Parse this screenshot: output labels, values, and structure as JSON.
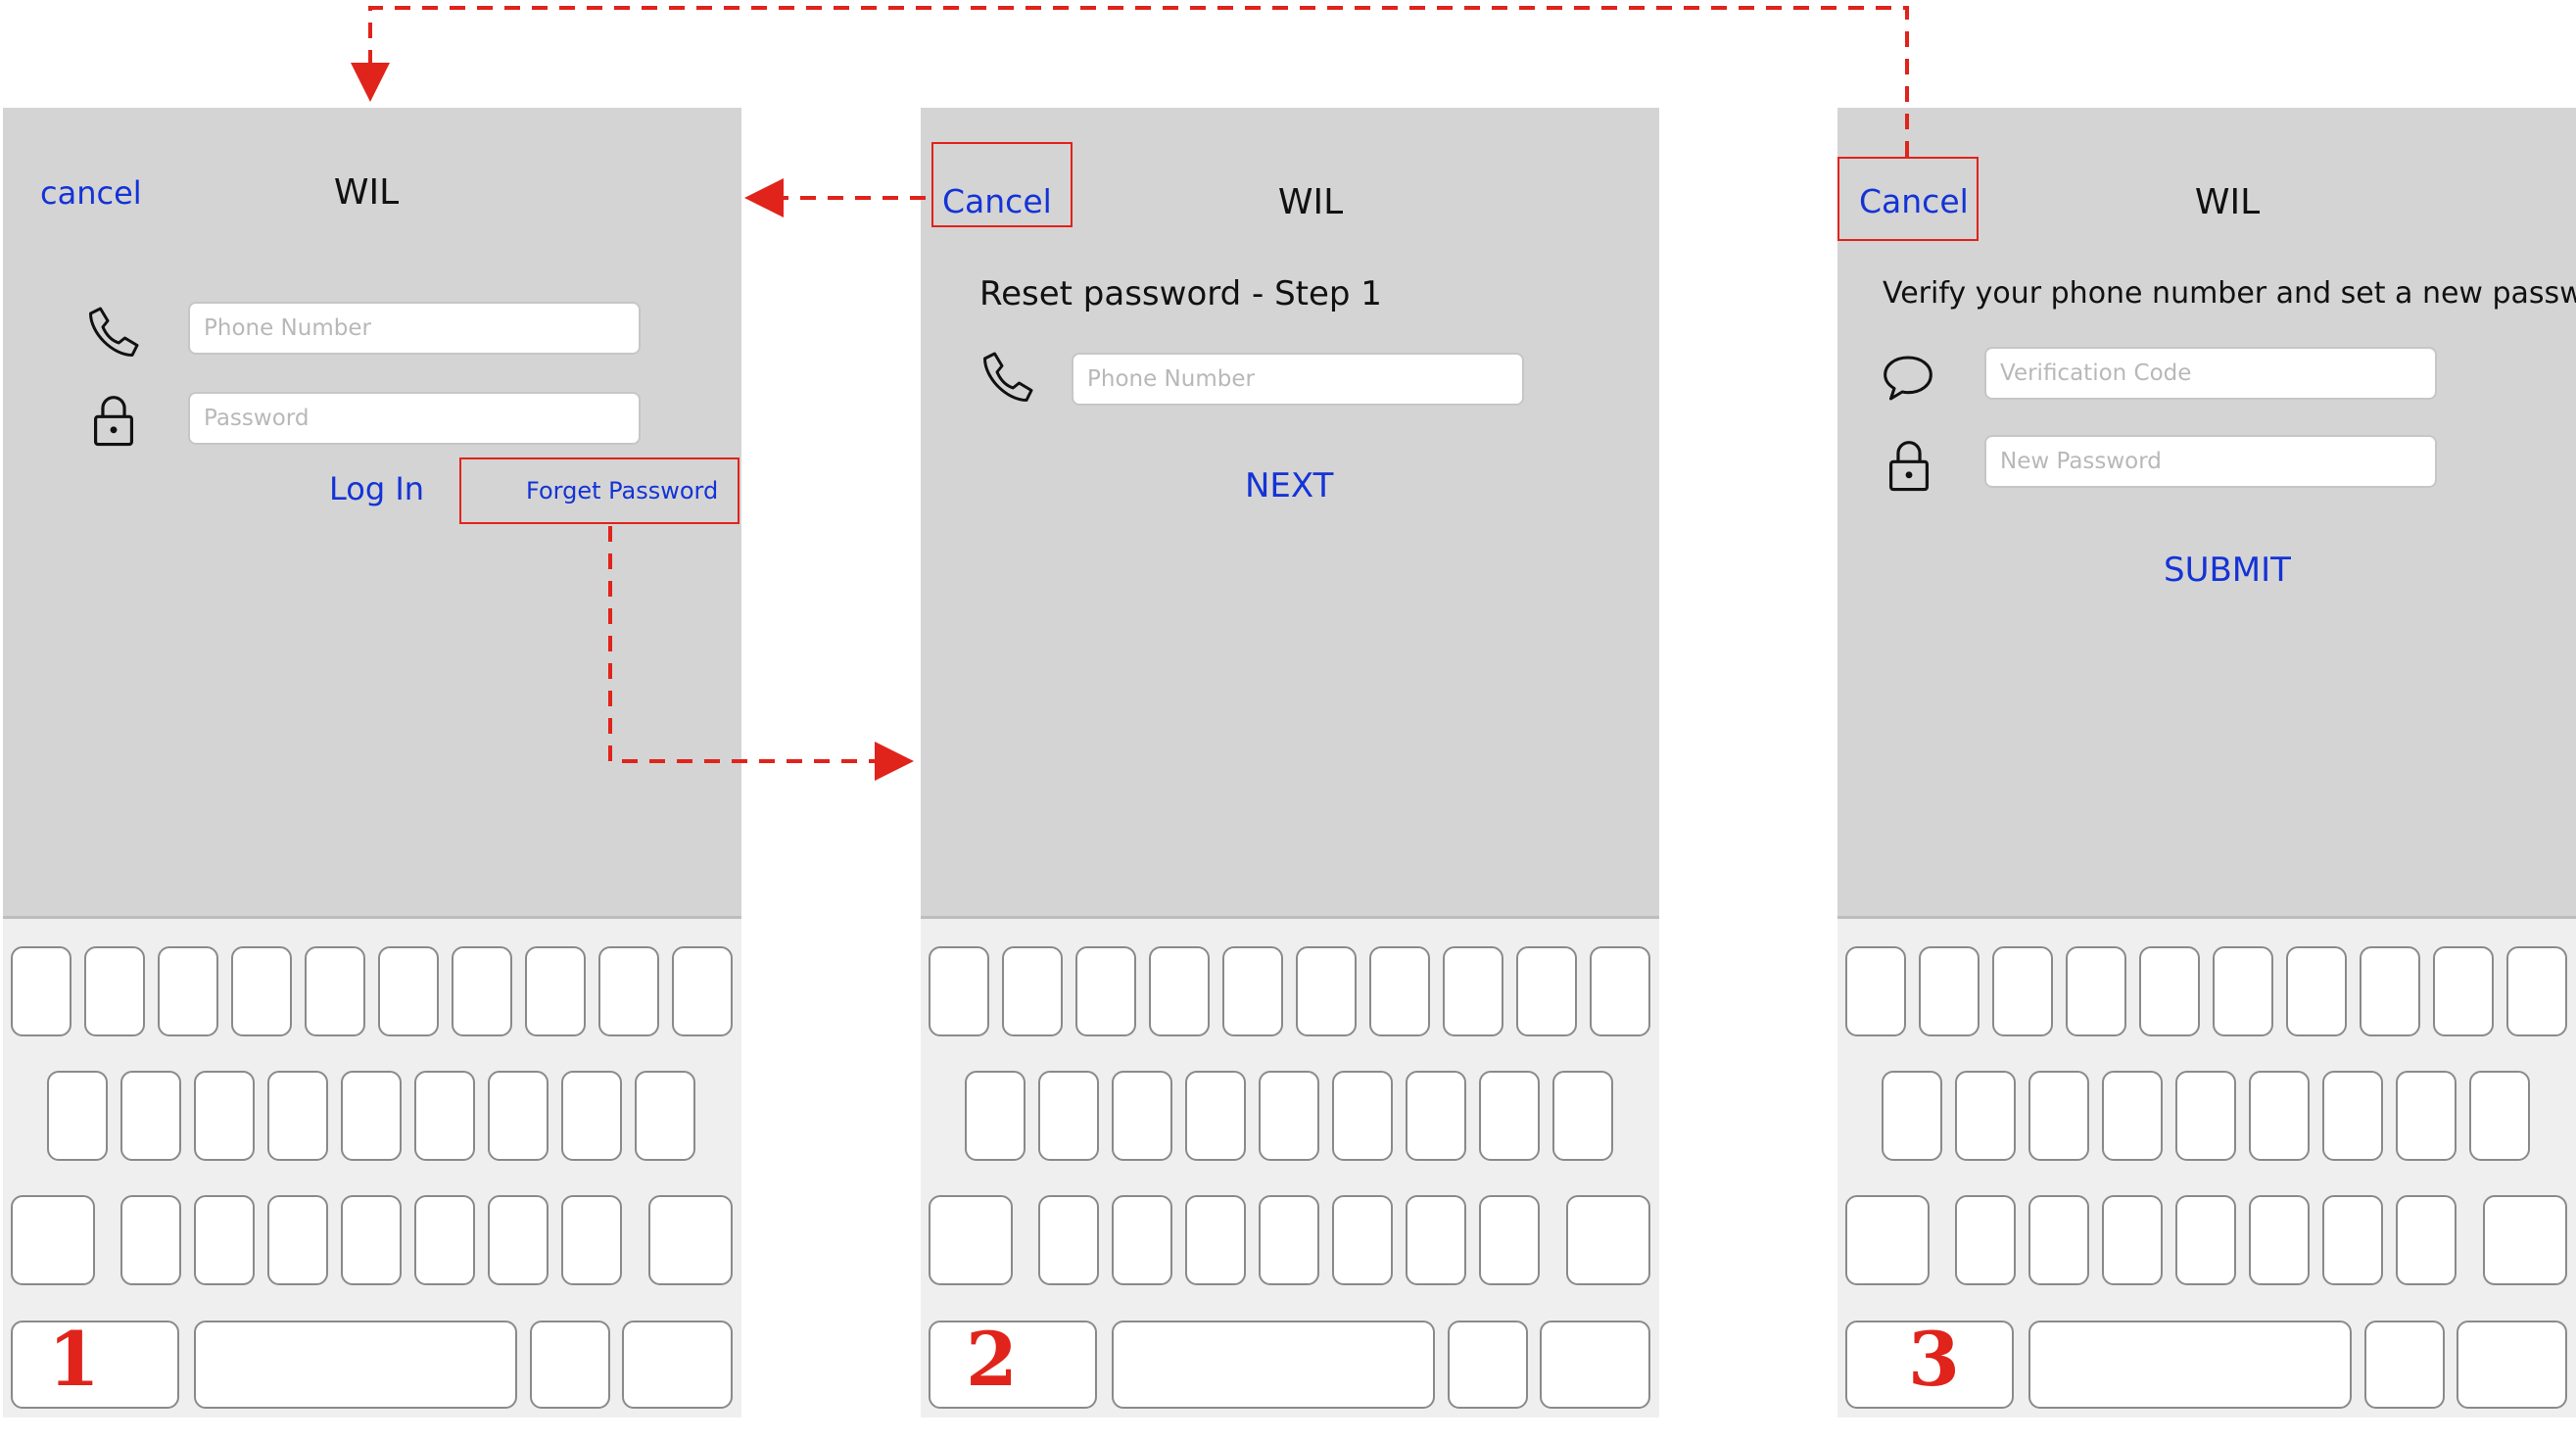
{
  "colors": {
    "accent": "#1433d6",
    "flow": "#e0231b",
    "screen_bg": "#d4d4d4",
    "keyboard_bg": "#efefef"
  },
  "screen1": {
    "cancel": "cancel",
    "title": "WIL",
    "phone_placeholder": "Phone Number",
    "password_placeholder": "Password",
    "login": "Log In",
    "forget_password": "Forget Password",
    "step": "1",
    "icons": [
      "phone-icon",
      "lock-icon"
    ]
  },
  "screen2": {
    "cancel": "Cancel",
    "title": "WIL",
    "heading": "Reset password - Step 1",
    "phone_placeholder": "Phone Number",
    "next": "NEXT",
    "step": "2",
    "icons": [
      "phone-icon"
    ]
  },
  "screen3": {
    "cancel": "Cancel",
    "title": "WIL",
    "heading": "Verify your phone number and set a new password",
    "code_placeholder": "Verification Code",
    "new_password_placeholder": "New Password",
    "submit": "SUBMIT",
    "step": "3",
    "icons": [
      "speech-bubble-icon",
      "lock-icon"
    ]
  }
}
